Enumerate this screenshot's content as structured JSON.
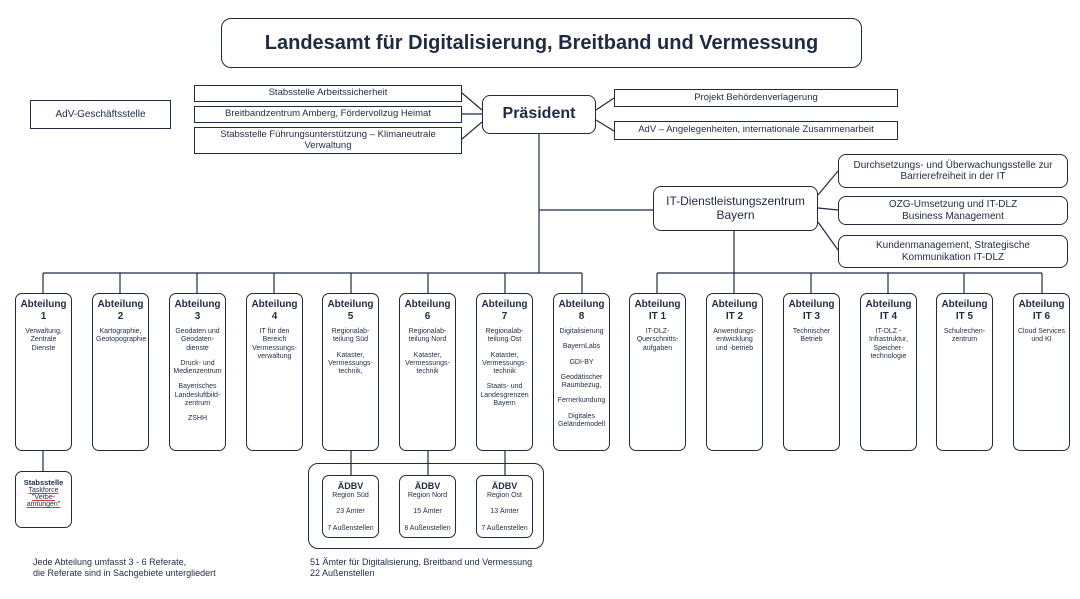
{
  "title": "Landesamt für Digitalisierung, Breitband und Vermessung",
  "president": "Präsident",
  "adv_office": "AdV-Geschäftsstelle",
  "left_staff": [
    "Stabsstelle Arbeitssicherheit",
    "Breitbandzentrum Amberg, Fördervollzug Heimat",
    "Stabsstelle Führungsunterstützung – Klimaneutrale Verwaltung"
  ],
  "right_staff": [
    "Projekt Behördenverlagerung",
    "AdV – Angelegenheiten, internationale Zusammenarbeit"
  ],
  "itdlz": "IT-Dienstleistungszentrum Bayern",
  "itdlz_staff": [
    "Durchsetzungs- und Überwachungsstelle zur Barrierefreiheit in der IT",
    "OZG-Umsetzung und IT-DLZ Business Management",
    "Kundenmanagement, Strategische Kommunikation IT-DLZ"
  ],
  "departments": [
    {
      "heading": "Abteilung 1",
      "lines": [
        "Verwaltung, Zentrale Dienste"
      ]
    },
    {
      "heading": "Abteilung 2",
      "lines": [
        "Kartographie, Geotopographie"
      ]
    },
    {
      "heading": "Abteilung 3",
      "lines": [
        "Geodaten und Geodaten-dienste",
        "Druck- und Medienzentrum",
        "Bayerisches Landesluftbild-zentrum",
        "ZSHH"
      ]
    },
    {
      "heading": "Abteilung 4",
      "lines": [
        "IT für den Bereich Vermessungs-verwaltung"
      ]
    },
    {
      "heading": "Abteilung 5",
      "lines": [
        "Regionalab-teilung Süd",
        "Kataster, Vermessungs-technik,"
      ]
    },
    {
      "heading": "Abteilung 6",
      "lines": [
        "Regionalab-teilung Nord",
        "Kataster, Vermessungs-technik"
      ]
    },
    {
      "heading": "Abteilung 7",
      "lines": [
        "Regionalab-teilung Ost",
        "Kataster, Vermessungs-technik",
        "Staats- und Landesgrenzen Bayern"
      ]
    },
    {
      "heading": "Abteilung 8",
      "lines": [
        "Digitalisierung",
        "BayernLabs",
        "GDI-BY",
        "Geodätischer Raumbezug,",
        "Fernerkundung",
        "Digitales Geländemodell"
      ]
    }
  ],
  "it_departments": [
    {
      "heading": "Abteilung IT 1",
      "lines": [
        "IT-DLZ-Querschnitts-aufgaben"
      ]
    },
    {
      "heading": "Abteilung IT 2",
      "lines": [
        "Anwendungs-entwicklung und -betrieb"
      ]
    },
    {
      "heading": "Abteilung IT 3",
      "lines": [
        "Technischer Betrieb"
      ]
    },
    {
      "heading": "Abteilung IT 4",
      "lines": [
        "IT-DLZ - Infrastruktur, Speicher-technologie"
      ]
    },
    {
      "heading": "Abteilung IT 5",
      "lines": [
        "Schulrechen-zentrum"
      ]
    },
    {
      "heading": "Abteilung IT 6",
      "lines": [
        "Cloud Services und KI"
      ]
    }
  ],
  "stabsstelle": {
    "heading": "Stabsstelle",
    "line1": "Taskforce",
    "line2": "\"Verbe-amtungen\""
  },
  "aedbv": [
    {
      "heading": "ÄDBV",
      "region": "Region Süd",
      "offices": "23 Ämter",
      "branches": "7 Außenstellen"
    },
    {
      "heading": "ÄDBV",
      "region": "Region Nord",
      "offices": "15 Ämter",
      "branches": "8 Außenstellen"
    },
    {
      "heading": "ÄDBV",
      "region": "Region Ost",
      "offices": "13 Ämter",
      "branches": "7 Außenstellen"
    }
  ],
  "note_left": [
    "Jede Abteilung umfasst 3 - 6 Referate,",
    "die Referate sind in Sachgebiete untergliedert"
  ],
  "note_right": [
    "51 Ämter für Digitalisierung, Breitband und Vermessung",
    "22 Außenstellen"
  ]
}
